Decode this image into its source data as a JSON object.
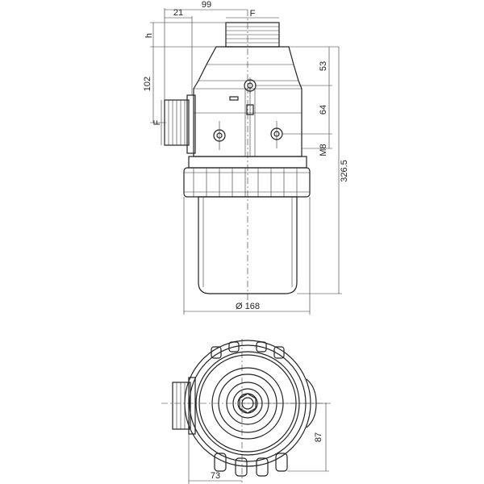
{
  "dimensions": {
    "width_total": "99",
    "offset_21": "21",
    "port_F_top": "F",
    "h_label": "h",
    "height_102": "102",
    "F_side": "F",
    "dim_53": "53",
    "dim_64": "64",
    "m8": "M8",
    "overall_height": "326.5",
    "diameter": "Ø 168",
    "dim_87": "87",
    "dim_73": "73"
  },
  "colors": {
    "line": "#222222",
    "background": "#ffffff"
  }
}
